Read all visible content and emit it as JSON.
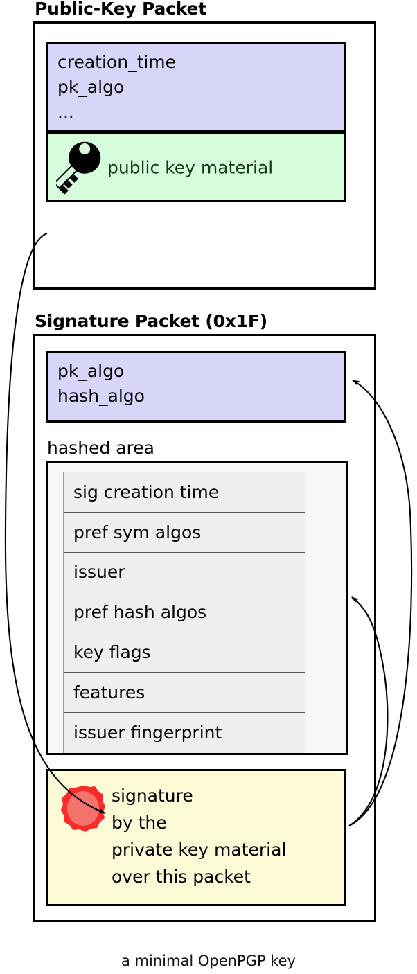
{
  "caption": "a minimal OpenPGP key",
  "packets": [
    {
      "title": "Public-Key Packet",
      "fields_block": "creation_time\npk_algo\n...",
      "key_material": {
        "icon": "key-icon",
        "label": "public key material"
      }
    },
    {
      "title": "Signature Packet (0x1F)",
      "fields_block": "pk_algo\nhash_algo",
      "hashed_area": {
        "label": "hashed area",
        "subpackets": [
          "sig creation time",
          "pref sym algos",
          "issuer",
          "pref hash algos",
          "key flags",
          "features",
          "issuer fingerprint"
        ]
      },
      "signature": {
        "icon": "wax-seal-icon",
        "text": "signature\nby the\nprivate key material\nover this packet"
      }
    }
  ],
  "colors": {
    "fields_fill": "#d8d6f8",
    "key_material_fill": "#d6fcdc",
    "signature_fill": "#fcfbd6",
    "hashed_area_fill": "#f7f7f7",
    "subpacket_fill": "#efefef",
    "seal_outer": "#fb2b2b",
    "seal_inner": "#f4726c",
    "key_icon": "#000000",
    "stroke": "#000000"
  },
  "arrows": [
    {
      "name": "public-key-to-signature",
      "from": "public-key-packet-box",
      "to": "signature-value-box"
    },
    {
      "name": "signature-to-sig-fields",
      "from": "signature-value-box",
      "to": "signature-fields-box"
    },
    {
      "name": "signature-to-hashed-area",
      "from": "signature-value-box",
      "to": "hashed-area-box"
    }
  ]
}
